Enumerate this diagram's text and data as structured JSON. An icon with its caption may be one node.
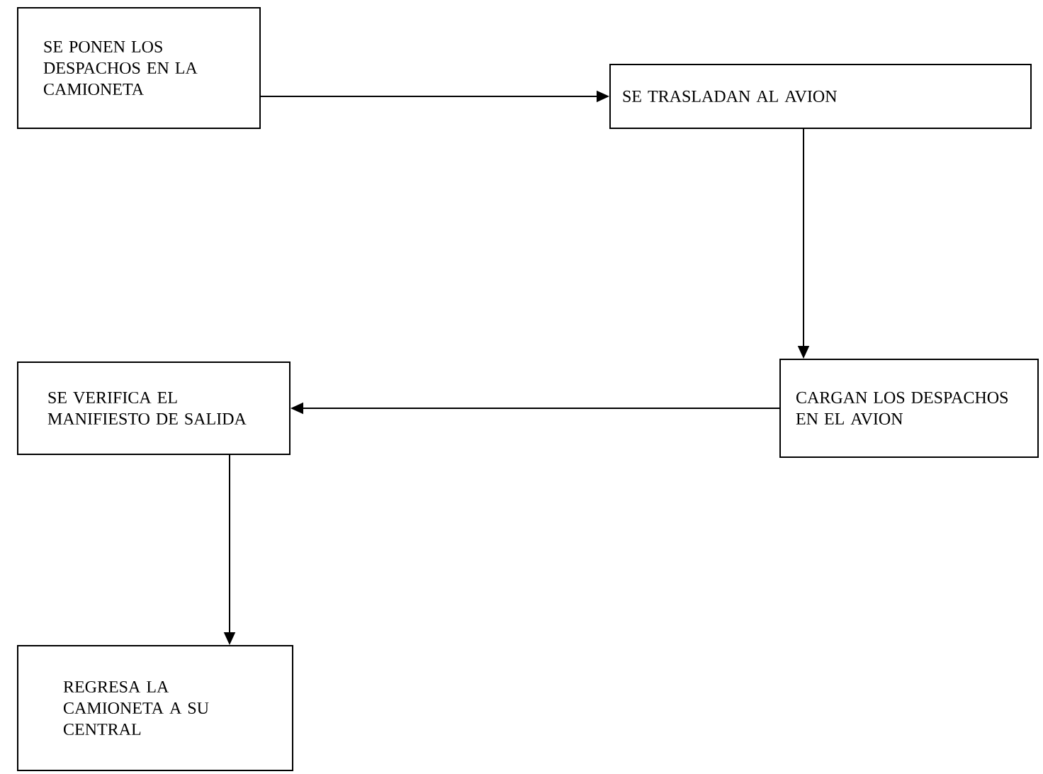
{
  "diagram": {
    "nodes": [
      {
        "text": [
          "SE PONEN LOS DESPACHOS EN LA CAMIONETA"
        ]
      },
      {
        "text": [
          "SE TRASLADAN AL AVION"
        ]
      },
      {
        "text": [
          "CARGAN LOS DESPACHOS EN EL AVION"
        ]
      },
      {
        "text": [
          "SE VERIFICA EL MANIFIESTO DE SALIDA"
        ]
      },
      {
        "text": [
          "REGRESA LA CAMIONETA A SU CENTRAL"
        ]
      }
    ],
    "edges": [
      {
        "from": 0,
        "to": 1,
        "arrow": "to"
      },
      {
        "from": 1,
        "to": 2,
        "arrow": "to"
      },
      {
        "from": 2,
        "to": 3,
        "arrow": "to"
      },
      {
        "from": 3,
        "to": 4,
        "arrow": "to"
      }
    ]
  }
}
